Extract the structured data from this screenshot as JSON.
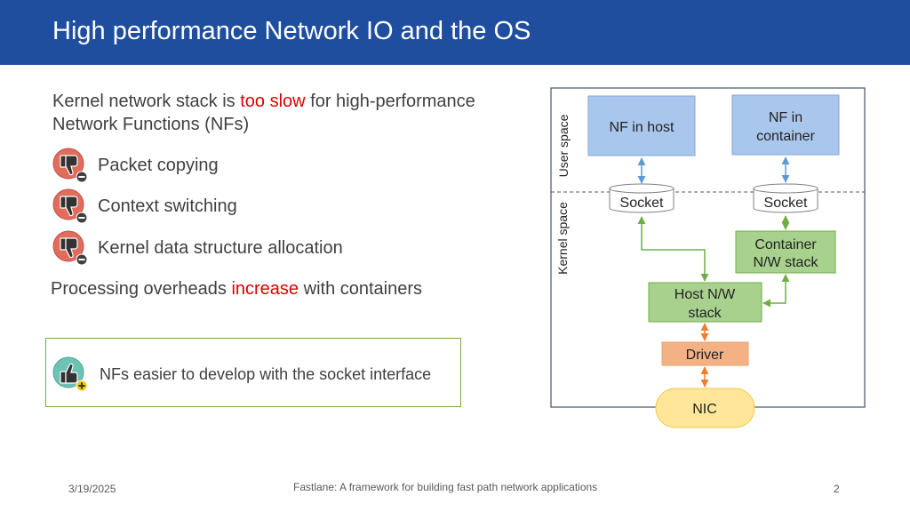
{
  "slide": {
    "title": "High performance Network IO and the OS"
  },
  "intro": {
    "part1": "Kernel network stack is ",
    "emphasis": "too slow",
    "part2": " for high-performance Network Functions (NFs)"
  },
  "cons": [
    {
      "label": "Packet copying",
      "icon": "thumbs-down-minus-icon"
    },
    {
      "label": "Context switching",
      "icon": "thumbs-down-minus-icon"
    },
    {
      "label": "Kernel data structure allocation",
      "icon": "thumbs-down-minus-icon"
    }
  ],
  "overheads": {
    "part1": "Processing overheads ",
    "emphasis": "increase",
    "part2": " with containers"
  },
  "pro": {
    "label": "NFs easier to develop with the socket interface",
    "icon": "thumbs-up-plus-icon"
  },
  "diagram": {
    "user_space_label": "User space",
    "kernel_space_label": "Kernel space",
    "nf_host": "NF in host",
    "nf_container_line1": "NF in",
    "nf_container_line2": "container",
    "socket_host": "Socket",
    "socket_container": "Socket",
    "container_stack_line1": "Container",
    "container_stack_line2": "N/W stack",
    "host_stack_line1": "Host N/W",
    "host_stack_line2": "stack",
    "driver": "Driver",
    "nic": "NIC"
  },
  "footer": {
    "date": "3/19/2025",
    "center": "Fastlane: A framework for building fast path network applications",
    "page": "2"
  },
  "colors": {
    "header_bg": "#1f4e9f",
    "emphasis": "#e00000",
    "nf_box": "#a9c6ec",
    "stack_box": "#a9d18e",
    "driver_box": "#f4b183",
    "nic_box": "#ffe699",
    "good_border": "#70ad47"
  }
}
